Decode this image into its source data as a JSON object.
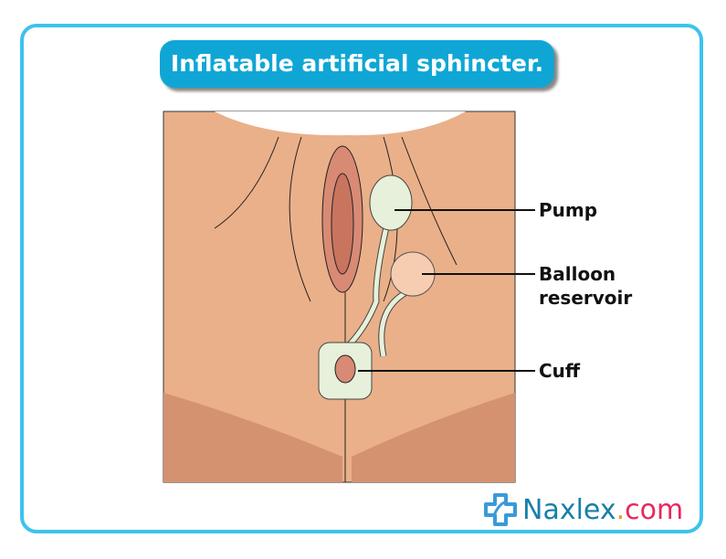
{
  "title": "Inflatable artificial sphincter.",
  "labels": {
    "pump": "Pump",
    "balloon": "Balloon",
    "reservoir": "reservoir",
    "cuff": "Cuff"
  },
  "logo": {
    "name": "Naxlex",
    "dot": ".",
    "tld": "com"
  }
}
